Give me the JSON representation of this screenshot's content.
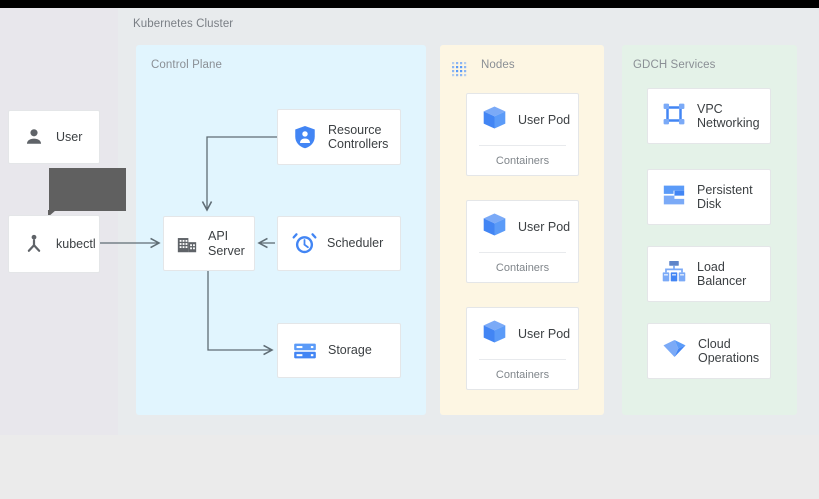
{
  "page": {
    "background_color": "#ebebeb",
    "topbar_color": "#000000",
    "left_plate_color": "#e8e7ec",
    "right_plate_color": "#e8ebed"
  },
  "cluster": {
    "title": "Kubernetes Cluster"
  },
  "tooltip": {
    "text": "",
    "color": "#606060"
  },
  "actors": [
    {
      "id": "user",
      "label": "User",
      "icon": "person-icon"
    },
    {
      "id": "kubectl",
      "label": "kubectl",
      "icon": "kubectl-icon"
    }
  ],
  "groups": [
    {
      "id": "control-plane",
      "label": "Control Plane",
      "color": "#e1f5fe",
      "items": [
        {
          "id": "resource-controllers",
          "label": "Resource\nControllers",
          "icon": "shield-person-icon"
        },
        {
          "id": "api-server",
          "label": "API\nServer",
          "icon": "server-building-icon"
        },
        {
          "id": "scheduler",
          "label": "Scheduler",
          "icon": "alarm-clock-icon"
        },
        {
          "id": "storage",
          "label": "Storage",
          "icon": "database-storage-icon"
        }
      ]
    },
    {
      "id": "nodes",
      "label": "Nodes",
      "color": "#fdf6e3",
      "icon": "dotted-grid-icon",
      "items": [
        {
          "id": "pod-1",
          "label": "User Pod",
          "sub_label": "Containers",
          "icon": "cube-pod-icon"
        },
        {
          "id": "pod-2",
          "label": "User Pod",
          "sub_label": "Containers",
          "icon": "cube-pod-icon"
        },
        {
          "id": "pod-3",
          "label": "User Pod",
          "sub_label": "Containers",
          "icon": "cube-pod-icon"
        }
      ]
    },
    {
      "id": "gdch",
      "label": "GDCH Services",
      "color": "#e4f2e8",
      "items": [
        {
          "id": "svc-1",
          "label": "VPC\nNetworking",
          "icon": "vpc-networking-icon"
        },
        {
          "id": "svc-2",
          "label": "Persistent\nDisk",
          "icon": "persistent-disk-icon"
        },
        {
          "id": "svc-3",
          "label": "Load\nBalancer",
          "icon": "load-balancer-icon"
        },
        {
          "id": "svc-4",
          "label": "Cloud\nOperations",
          "icon": "cloud-operations-icon"
        }
      ]
    }
  ],
  "connections": [
    {
      "id": "kubectl-to-api",
      "from": "kubectl",
      "to": "api-server",
      "style": "arrow-right"
    },
    {
      "id": "rc-to-api",
      "from": "resource-controllers",
      "to": "api-server",
      "style": "elbow-arrow-down"
    },
    {
      "id": "scheduler-to-api",
      "from": "scheduler",
      "to": "api-server",
      "style": "arrow-left"
    },
    {
      "id": "api-to-storage",
      "from": "api-server",
      "to": "storage",
      "style": "elbow-arrow-right"
    }
  ],
  "colors": {
    "accent_blue": "#4285f4",
    "icon_dark": "#5f6368",
    "text": "#3c4043",
    "muted_text": "#80868b",
    "connector": "#5f6c74"
  }
}
